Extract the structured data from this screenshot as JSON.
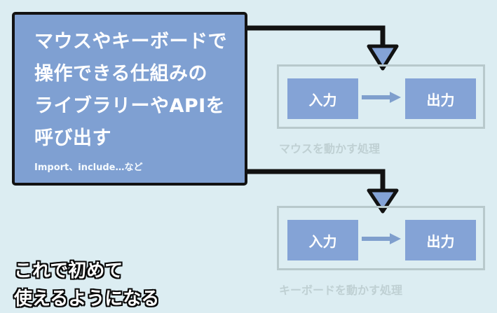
{
  "main": {
    "title": "マウスやキーボードで\n操作できる仕組みの\nライブラリーやAPIを\n呼び出す",
    "subtitle": "Import、include…など"
  },
  "top_panel": {
    "left": "入力",
    "right": "出力",
    "caption": "マウスを動かす処理"
  },
  "bottom_panel": {
    "left": "入力",
    "right": "出力",
    "caption": "キーボードを動かす処理"
  },
  "footer_note": "これで初めて\n使えるようになる",
  "colors": {
    "background": "#dcedf2",
    "main_box": "#7fa0d2",
    "outline": "#121212",
    "pill": "#84a3d6",
    "panel_border": "#b8c9cc",
    "caption": "#bfd0d3",
    "arrow_fill": "#84a3d6"
  }
}
